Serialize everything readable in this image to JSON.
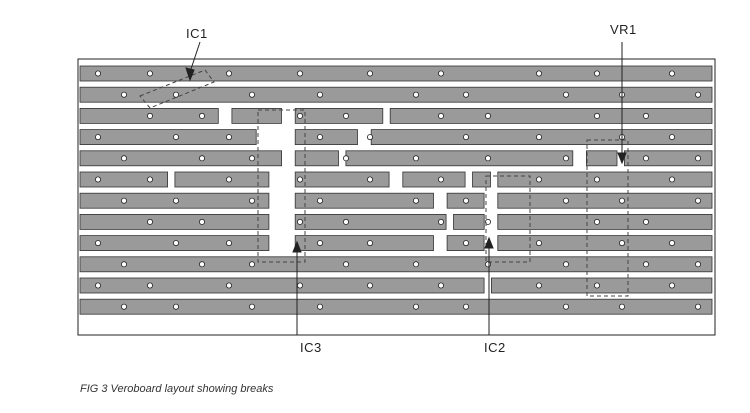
{
  "labels": {
    "ic1": "IC1",
    "vr1": "VR1",
    "ic3": "IC3",
    "ic2": "IC2"
  },
  "caption": "FIG 3 Veroboard layout showing breaks",
  "colors": {
    "strip": "#9a9a9a",
    "board": "#ffffff",
    "outline": "#222222",
    "hole": "#ffffff"
  },
  "board": {
    "strips": [
      {
        "segments": [
          [
            0,
            1
          ]
        ]
      },
      {
        "segments": [
          [
            0,
            1
          ]
        ]
      },
      {
        "segments": [
          [
            0,
            0.22
          ],
          [
            0.24,
            0.32
          ],
          [
            0.34,
            0.48
          ],
          [
            0.49,
            1
          ]
        ]
      },
      {
        "segments": [
          [
            0,
            0.28
          ],
          [
            0.34,
            0.44
          ],
          [
            0.46,
            1
          ]
        ]
      },
      {
        "segments": [
          [
            0,
            0.32
          ],
          [
            0.34,
            0.41
          ],
          [
            0.42,
            0.78
          ],
          [
            0.8,
            0.85
          ],
          [
            0.86,
            1
          ]
        ]
      },
      {
        "segments": [
          [
            0,
            0.14
          ],
          [
            0.15,
            0.3
          ],
          [
            0.34,
            0.49
          ],
          [
            0.51,
            0.61
          ],
          [
            0.62,
            0.65
          ],
          [
            0.66,
            1
          ]
        ]
      },
      {
        "segments": [
          [
            0,
            0.3
          ],
          [
            0.34,
            0.56
          ],
          [
            0.58,
            0.64
          ],
          [
            0.66,
            1
          ]
        ]
      },
      {
        "segments": [
          [
            0,
            0.3
          ],
          [
            0.34,
            0.58
          ],
          [
            0.59,
            0.64
          ],
          [
            0.66,
            1
          ]
        ]
      },
      {
        "segments": [
          [
            0,
            0.3
          ],
          [
            0.34,
            0.56
          ],
          [
            0.58,
            0.64
          ],
          [
            0.66,
            1
          ]
        ]
      },
      {
        "segments": [
          [
            0,
            1
          ]
        ]
      },
      {
        "segments": [
          [
            0,
            0.64
          ],
          [
            0.65,
            1
          ]
        ]
      },
      {
        "segments": [
          [
            0,
            1
          ]
        ]
      }
    ]
  }
}
